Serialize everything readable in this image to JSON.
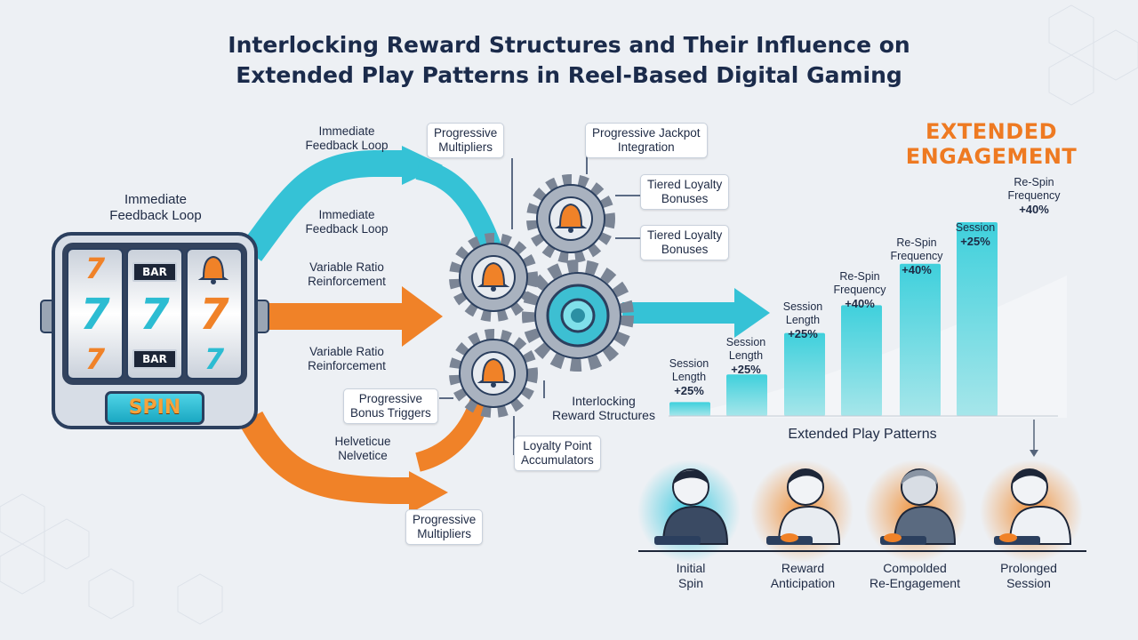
{
  "title": {
    "line1": "Interlocking Reward Structures and Their Influence on",
    "line2": "Extended Play Patterns in Reel-Based Digital Gaming"
  },
  "slot_machine": {
    "caption": [
      "Immediate",
      "Feedback Loop"
    ],
    "spin_label": "SPIN",
    "bar_label": "BAR",
    "seven_glyph": "7"
  },
  "arrow_labels": {
    "upper_top": [
      "Immediate",
      "Feedback Loop"
    ],
    "upper_bottom": [
      "Immediate",
      "Feedback Loop"
    ],
    "middle_top": [
      "Variable Ratio",
      "Reinforcement"
    ],
    "middle_bottom": [
      "Variable Ratio",
      "Reinforcement"
    ],
    "lower_box": [
      "Progressive",
      "Bonus Triggers"
    ],
    "lower_plain": [
      "Helveticue",
      "Nelvetice"
    ],
    "lower_end_box": [
      "Progressive",
      "Multipliers"
    ]
  },
  "gear_callouts": {
    "progressive_multipliers": [
      "Progressive",
      "Multipliers"
    ],
    "jackpot": [
      "Progressive Jackpot",
      "Integration"
    ],
    "tiered_1": [
      "Tiered Loyalty",
      "Bonuses"
    ],
    "tiered_2": [
      "Tiered Loyalty",
      "Bonuses"
    ],
    "interlocking": [
      "Interlocking",
      "Reward Structures"
    ],
    "loyalty_points": [
      "Loyalty Point",
      "Accumulators"
    ]
  },
  "extended_engagement": [
    "EXTENDED",
    "ENGAGEMENT"
  ],
  "chart_data": {
    "type": "bar",
    "title": "",
    "xlabel": "Extended Play Patterns",
    "ylabel": "",
    "categories": [
      "",
      "",
      "",
      "",
      "",
      ""
    ],
    "series": [
      {
        "values": [
          1,
          3,
          6,
          8,
          11,
          14
        ]
      }
    ],
    "bar_labels": [
      [
        "Session",
        "Length",
        "+25%"
      ],
      [
        "Session",
        "Length",
        "+25%"
      ],
      [
        "Session",
        "Length",
        "+25%"
      ],
      [
        "Re-Spin",
        "Frequency",
        "+40%"
      ],
      [
        "Re-Spin",
        "Frequency",
        "+40%"
      ],
      [
        "Session",
        "+25%"
      ],
      [
        "Re-Spin",
        "Frequency",
        "+40%"
      ]
    ],
    "grid": false,
    "legend": "none",
    "colors": [
      "#46cad8",
      "#9ee4ea"
    ]
  },
  "players": [
    {
      "label": [
        "Initial",
        "Spin"
      ],
      "glow": "#2cc6dd"
    },
    {
      "label": [
        "Reward",
        "Anticipation"
      ],
      "glow": "#f08a2c"
    },
    {
      "label": [
        "Compolded",
        "Re-Engagement"
      ],
      "glow": "#f08a2c"
    },
    {
      "label": [
        "Prolonged",
        "Session"
      ],
      "glow": "#f08a2c"
    }
  ],
  "colors": {
    "teal": "#35c2d6",
    "orange": "#f08228",
    "navy": "#1b2b4b",
    "gear": "#8f99a8",
    "background": "#edf0f4"
  }
}
